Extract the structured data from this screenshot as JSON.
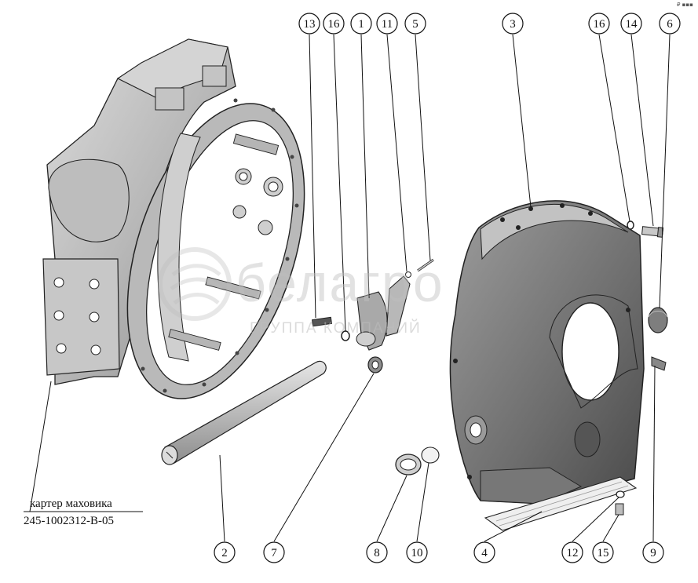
{
  "watermark": {
    "brand": "белагро",
    "subtitle": "ГРУППА КОМПАНИЙ",
    "icon": "belagro-logo-icon"
  },
  "caption": {
    "name": "картер маховика",
    "code": "245-1002312-В-05"
  },
  "corner_mark": "₽ ▪▪▪",
  "callouts": [
    {
      "id": "c13",
      "label": "13"
    },
    {
      "id": "c16a",
      "label": "16"
    },
    {
      "id": "c1",
      "label": "1"
    },
    {
      "id": "c11",
      "label": "11"
    },
    {
      "id": "c5",
      "label": "5"
    },
    {
      "id": "c3",
      "label": "3"
    },
    {
      "id": "c16b",
      "label": "16"
    },
    {
      "id": "c14",
      "label": "14"
    },
    {
      "id": "c6",
      "label": "6"
    },
    {
      "id": "c2",
      "label": "2"
    },
    {
      "id": "c7",
      "label": "7"
    },
    {
      "id": "c8",
      "label": "8"
    },
    {
      "id": "c10",
      "label": "10"
    },
    {
      "id": "c4",
      "label": "4"
    },
    {
      "id": "c12",
      "label": "12"
    },
    {
      "id": "c15",
      "label": "15"
    },
    {
      "id": "c9",
      "label": "9"
    }
  ],
  "colors": {
    "metal_light": "#c9c9c9",
    "metal_mid": "#9a9a9a",
    "metal_dark": "#555555",
    "outline": "#222222"
  }
}
